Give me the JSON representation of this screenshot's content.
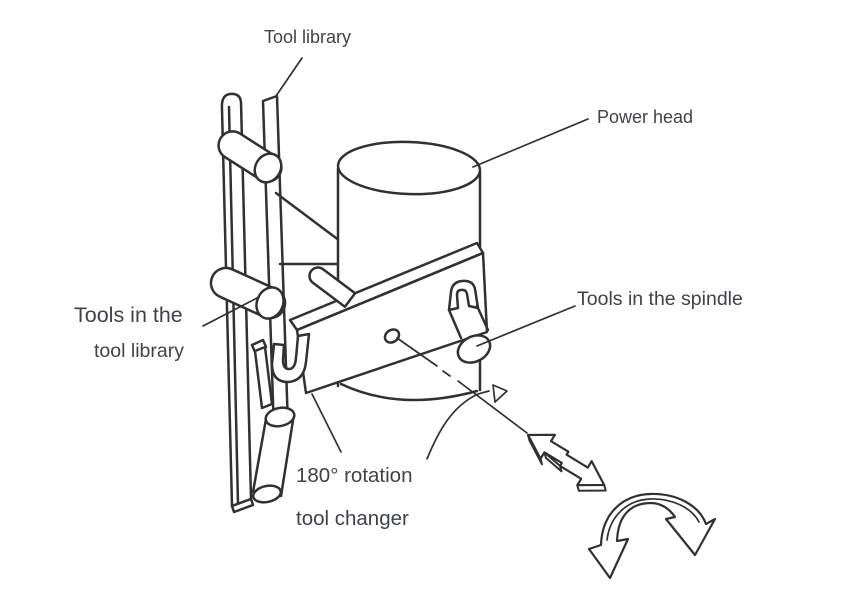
{
  "theme": {
    "background": "#ffffff",
    "ink_color": "#2f3133",
    "label_color": "#3f4347"
  },
  "figure": {
    "labels": {
      "tool_library": "Tool library",
      "power_head": "Power head",
      "tools_in_library_line1": "Tools in the",
      "tools_in_library_line2": "tool library",
      "tools_in_spindle": "Tools in the spindle",
      "tool_changer_line1": "180° rotation",
      "tool_changer_line2": "tool changer"
    },
    "icons": {
      "double_headed_arrow": "linear-motion-arrow",
      "curved_arrow": "rotation-motion-arrow"
    }
  }
}
